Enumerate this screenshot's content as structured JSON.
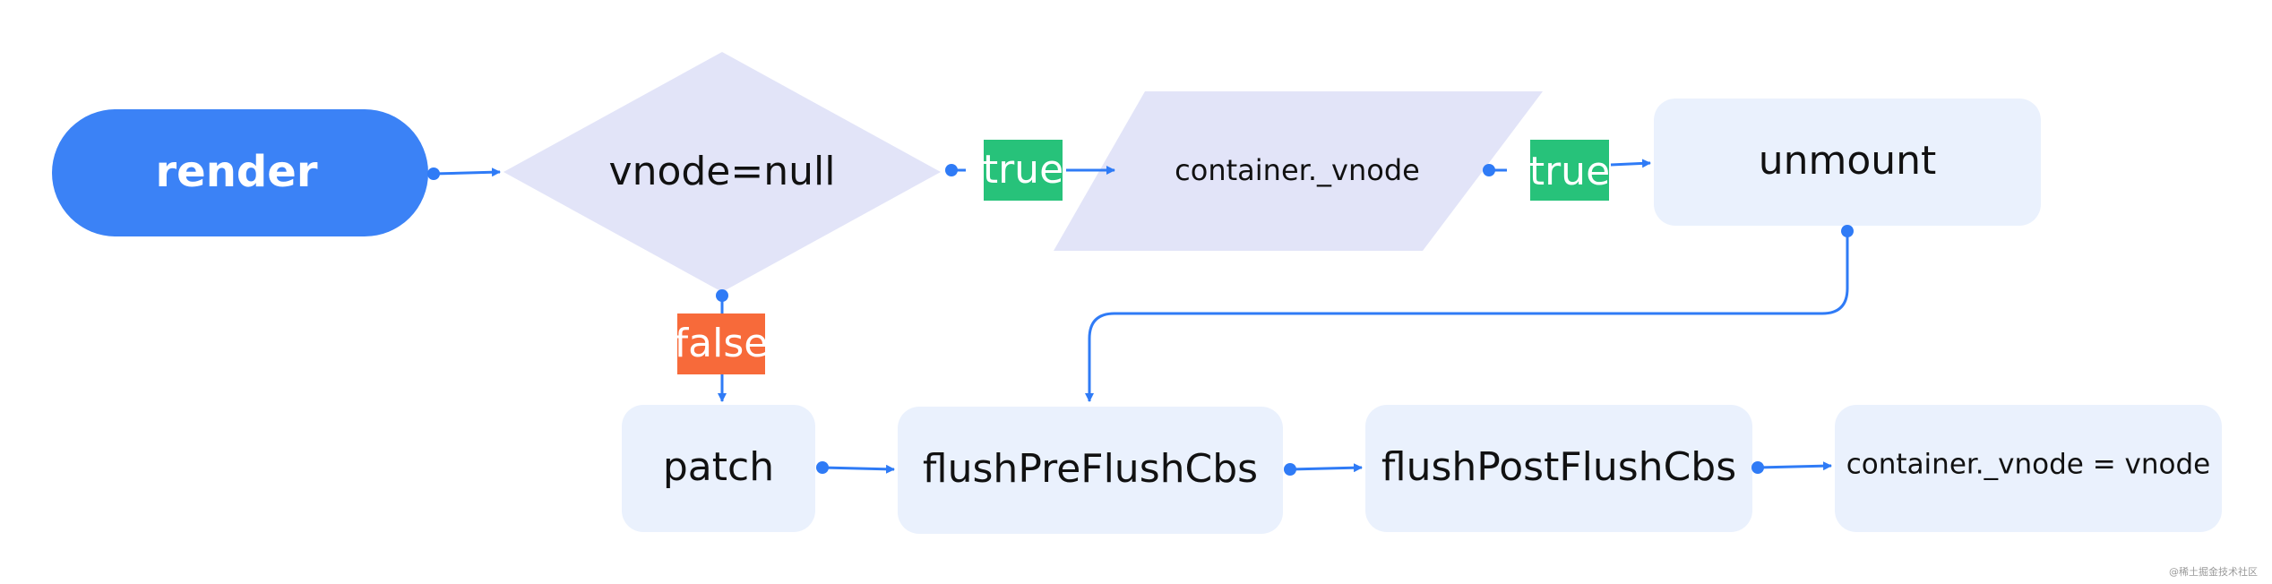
{
  "nodes": {
    "render": "render",
    "vnode_null": "vnode=null",
    "container_vnode": "container._vnode",
    "unmount": "unmount",
    "patch": "patch",
    "flush_pre": "flushPreFlushCbs",
    "flush_post": "flushPostFlushCbs",
    "assign": "container._vnode = vnode"
  },
  "labels": {
    "true_1": "true",
    "true_2": "true",
    "false": "false"
  },
  "colors": {
    "accent": "#2f7bf6",
    "terminal": "#3b82f6",
    "decision_fill": "#e2e4f8",
    "process_fill": "#eaf1fd",
    "true_badge": "#27c27a",
    "false_badge": "#f76a3a"
  },
  "watermark": "@稀土掘金技术社区"
}
